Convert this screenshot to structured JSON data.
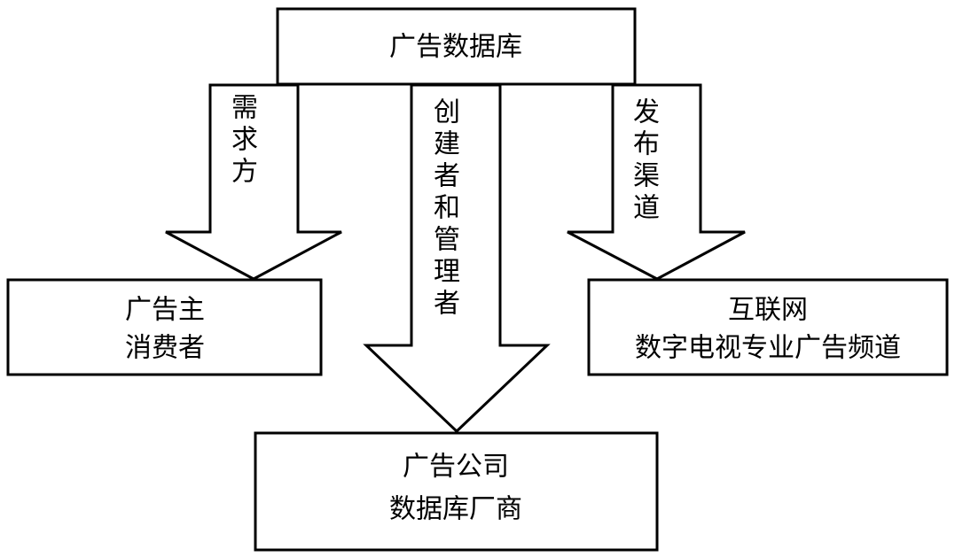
{
  "nodes": {
    "top": {
      "label": "广告数据库"
    },
    "left": {
      "line1": "广告主",
      "line2": "消费者"
    },
    "right": {
      "line1": "互联网",
      "line2": "数字电视专业广告频道"
    },
    "bottom": {
      "line1": "广告公司",
      "line2": "数据库厂商"
    }
  },
  "edges": {
    "left": {
      "label": "需求方"
    },
    "middle": {
      "label": "创建者和管理者"
    },
    "right": {
      "label": "发布渠道"
    }
  }
}
